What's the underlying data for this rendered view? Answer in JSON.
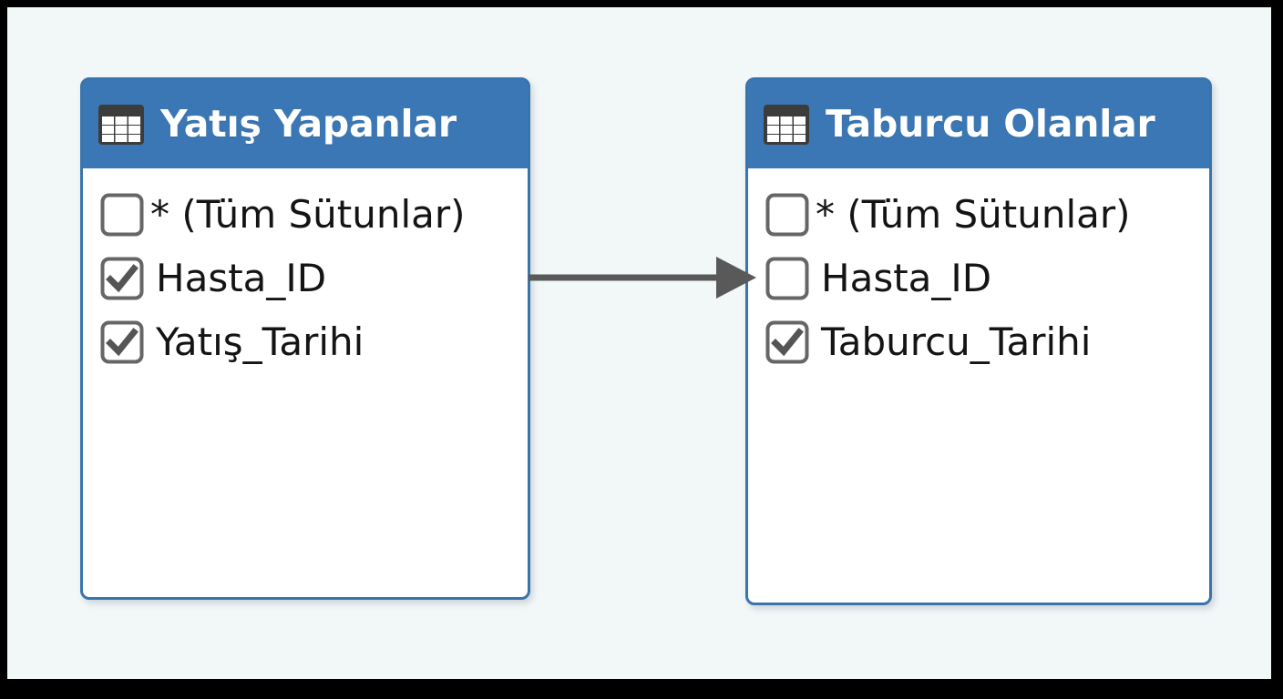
{
  "diagram": {
    "type": "table-join-diagram",
    "background_color": "#f2f7f8",
    "frame_color": "#000000",
    "accent_color": "#3b77b4",
    "border_color": "#3a74ac",
    "arrow_color": "#595959",
    "checkbox_color": "#666666",
    "tables": [
      {
        "title": "Yatış Yapanlar",
        "icon": "table-icon",
        "columns": [
          {
            "label": "* (Tüm Sütunlar)",
            "checked": false
          },
          {
            "label": "Hasta_ID",
            "checked": true
          },
          {
            "label": "Yatış_Tarihi",
            "checked": true
          }
        ]
      },
      {
        "title": "Taburcu Olanlar",
        "icon": "table-icon",
        "columns": [
          {
            "label": "* (Tüm Sütunlar)",
            "checked": false
          },
          {
            "label": "Hasta_ID",
            "checked": false
          },
          {
            "label": "Taburcu_Tarihi",
            "checked": true
          }
        ]
      }
    ],
    "connector": {
      "name": "join-arrow",
      "from": "Yatış Yapanlar",
      "to": "Taburcu Olanlar",
      "style": "solid-line-with-arrowhead",
      "label": ""
    }
  }
}
